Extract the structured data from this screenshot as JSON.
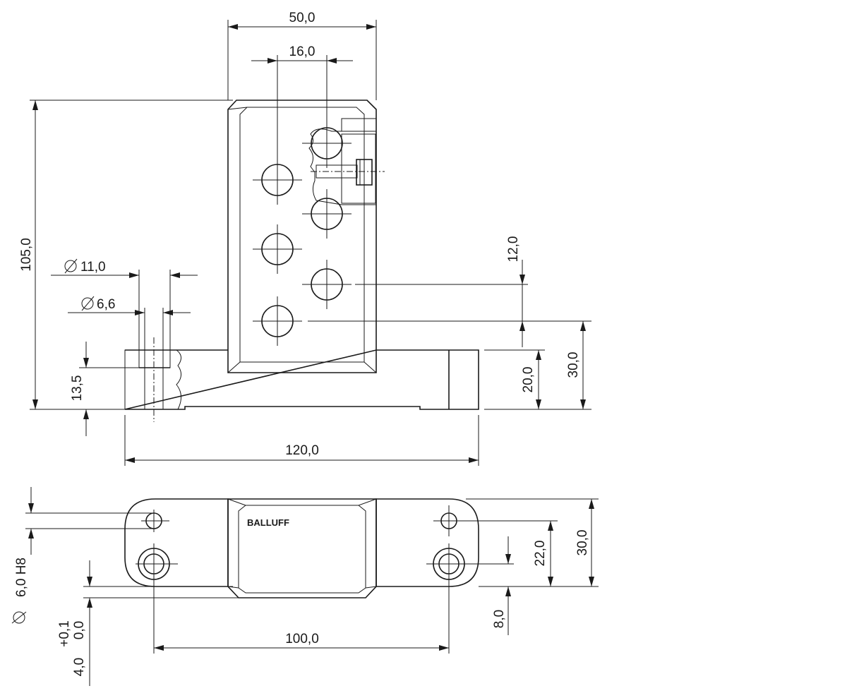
{
  "colors": {
    "ink": "#1a1a1a",
    "paper": "#ffffff"
  },
  "brand": "BALLUFF",
  "dimensions": {
    "width_50": "50,0",
    "pitch_16": "16,0",
    "height_105": "105,0",
    "dia_11": "11,0",
    "dia_6_6": "6,6",
    "depth_13_5": "13,5",
    "step_12": "12,0",
    "h_20": "20,0",
    "h_30_front": "30,0",
    "len_120": "120,0",
    "pin_dia": "6,0 H8",
    "tol_upper": "+0,1",
    "tol_lower": "0,0",
    "base_4": "4,0",
    "spacing_100": "100,0",
    "w_22": "22,0",
    "w_30_top": "30,0",
    "off_8": "8,0"
  }
}
